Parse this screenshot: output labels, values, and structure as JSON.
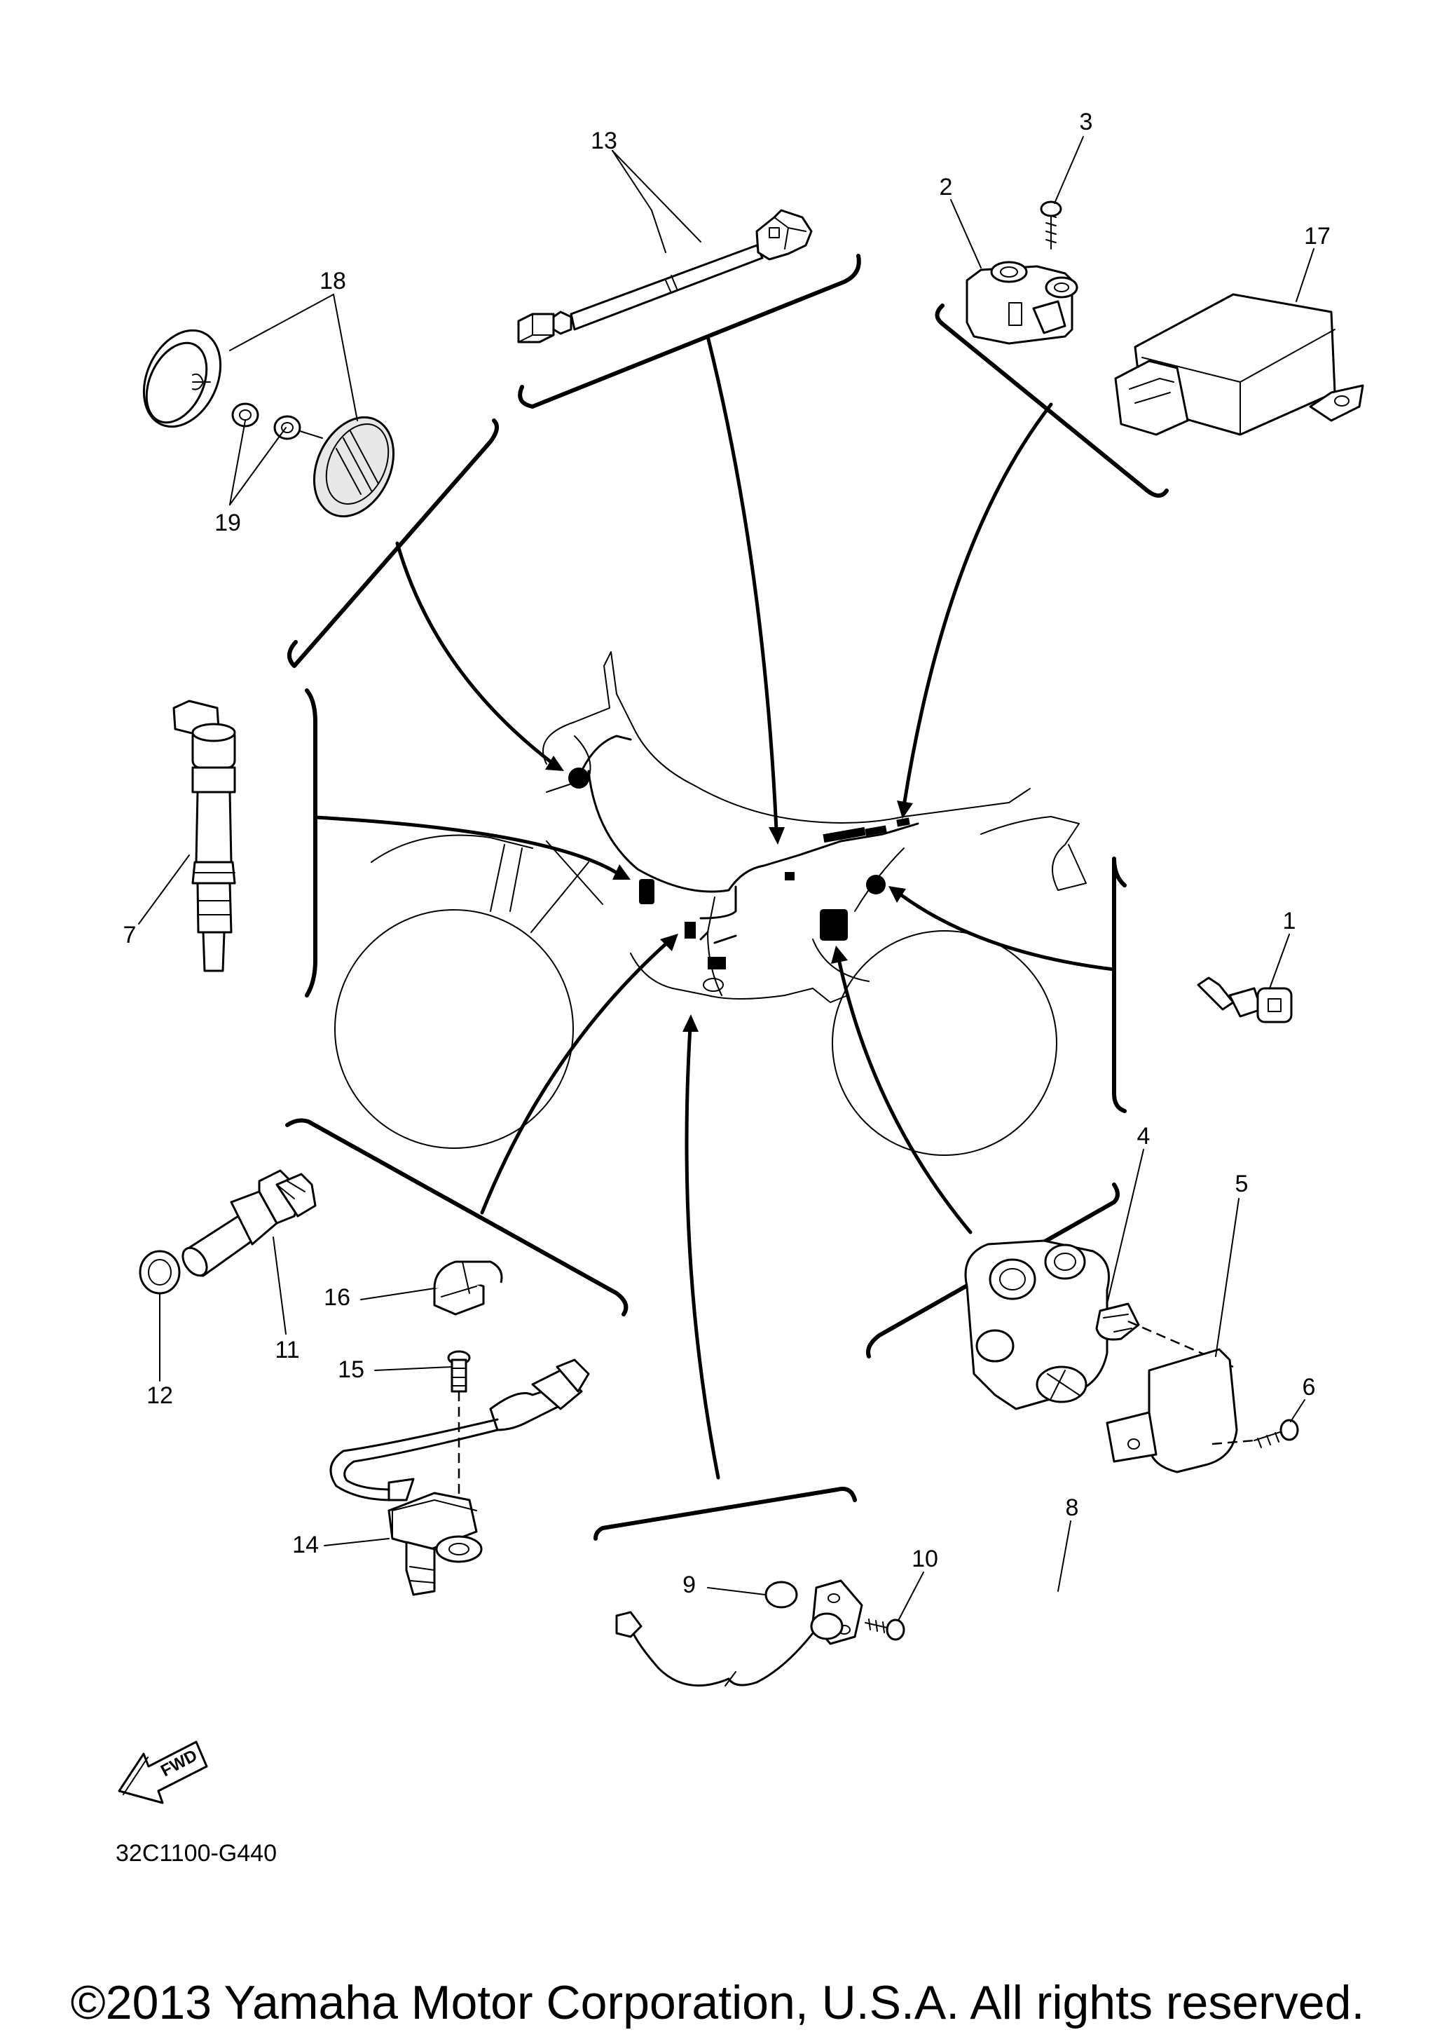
{
  "callouts": [
    {
      "id": "1",
      "text": "1"
    },
    {
      "id": "2",
      "text": "2"
    },
    {
      "id": "3",
      "text": "3"
    },
    {
      "id": "4",
      "text": "4"
    },
    {
      "id": "5",
      "text": "5"
    },
    {
      "id": "6",
      "text": "6"
    },
    {
      "id": "7",
      "text": "7"
    },
    {
      "id": "8",
      "text": "8"
    },
    {
      "id": "9",
      "text": "9"
    },
    {
      "id": "10",
      "text": "10"
    },
    {
      "id": "11",
      "text": "11"
    },
    {
      "id": "12",
      "text": "12"
    },
    {
      "id": "13",
      "text": "13"
    },
    {
      "id": "14",
      "text": "14"
    },
    {
      "id": "15",
      "text": "15"
    },
    {
      "id": "16",
      "text": "16"
    },
    {
      "id": "17",
      "text": "17"
    },
    {
      "id": "18",
      "text": "18"
    },
    {
      "id": "19",
      "text": "19"
    }
  ],
  "fwd_label": "FWD",
  "diagram_code": "32C1100-G440",
  "copyright": "©2013 Yamaha Motor Corporation, U.S.A. All rights reserved."
}
